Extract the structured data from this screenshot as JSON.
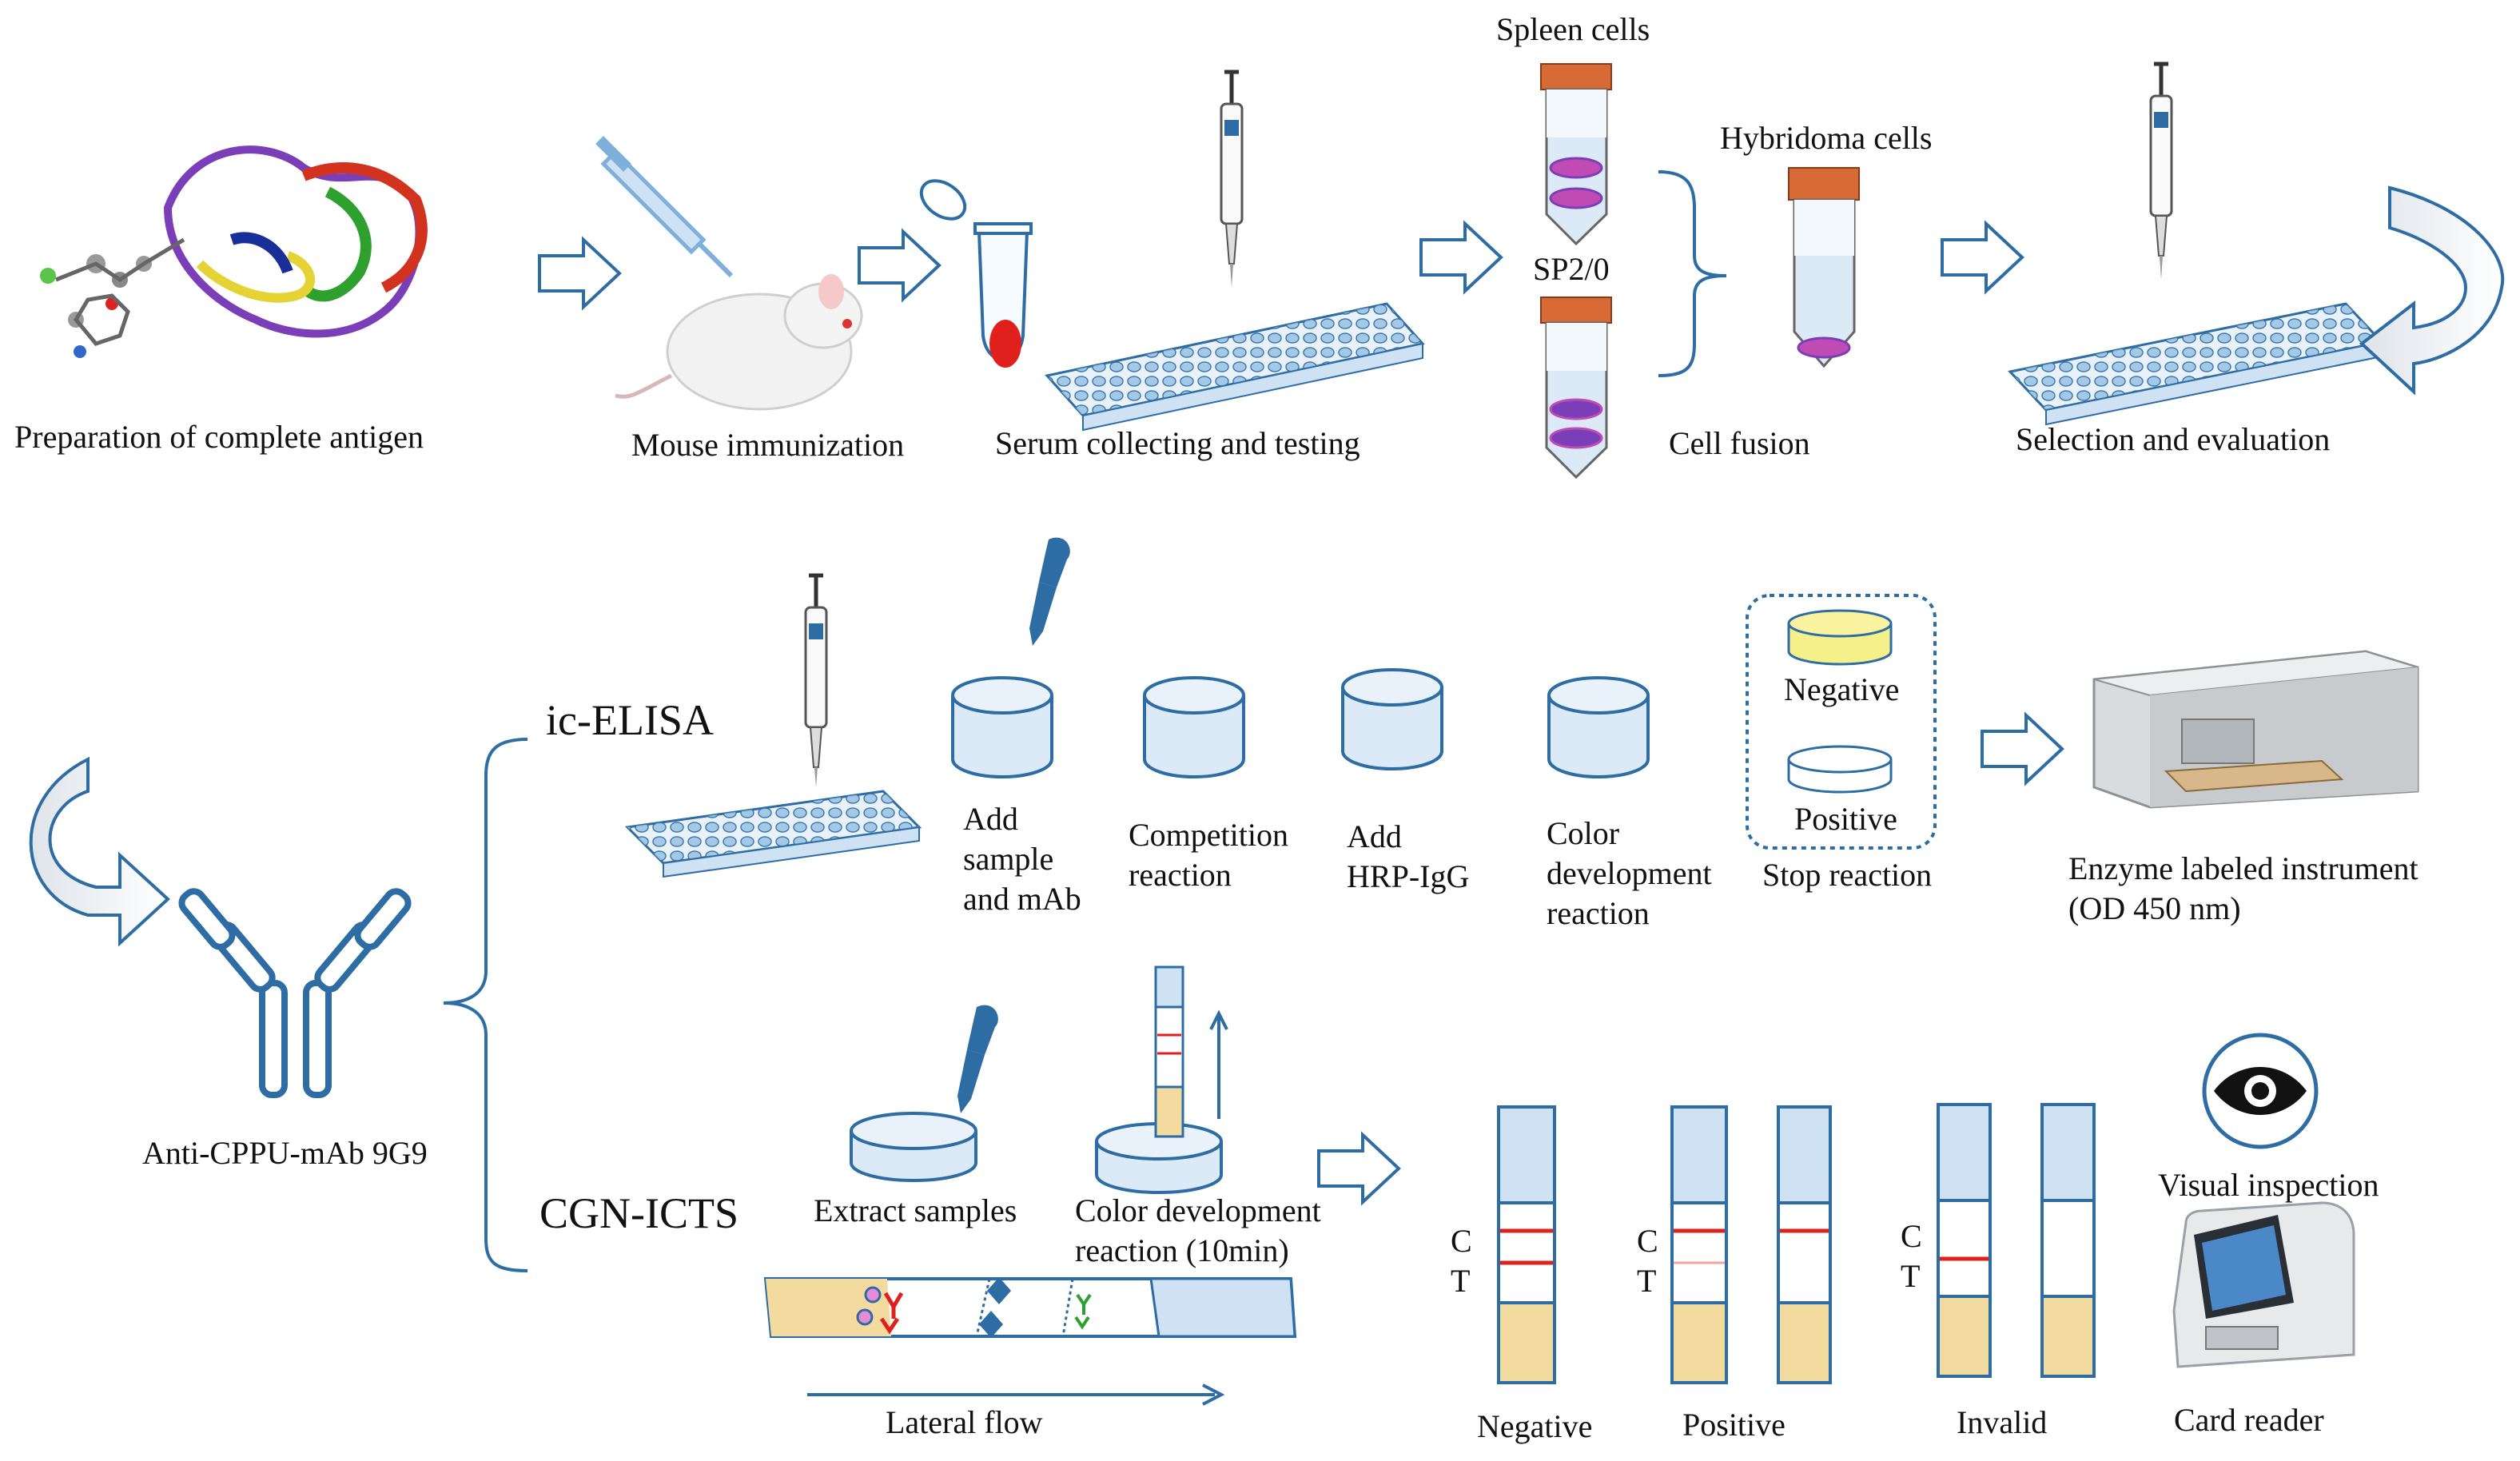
{
  "colors": {
    "outline": "#2e6da4",
    "light_blue": "#cfe2f3",
    "tube_cap": "#d86a35",
    "sample_yellow": "#f3dba0",
    "red_line": "#e0201c",
    "negative_fill": "#f6f08a",
    "magenta": "#c04bb5",
    "purple": "#7a3fb8"
  },
  "top_row": {
    "antigen": "Preparation of complete antigen",
    "immunization": "Mouse immunization",
    "serum": "Serum collecting and testing",
    "spleen": "Spleen cells",
    "sp20": "SP2/0",
    "hybridoma": "Hybridoma cells",
    "fusion": "Cell fusion",
    "selection": "Selection and evaluation"
  },
  "antibody": {
    "label": "Anti-CPPU-mAb 9G9"
  },
  "elisa": {
    "method": "ic-ELISA",
    "steps": [
      {
        "l1": "Add",
        "l2": "sample",
        "l3": "and mAb"
      },
      {
        "l1": "Competition",
        "l2": "reaction"
      },
      {
        "l1": "Add",
        "l2": "HRP-IgG"
      },
      {
        "l1": "Color",
        "l2": "development",
        "l3": "reaction"
      }
    ],
    "negative": "Negative",
    "positive": "Positive",
    "stop": "Stop reaction",
    "instrument_l1": "Enzyme labeled instrument",
    "instrument_l2": "(OD 450 nm)"
  },
  "ictsection": {
    "method": "CGN-ICTS",
    "extract": "Extract samples",
    "color_l1": "Color development",
    "color_l2": "reaction (10min)",
    "lateral": "Lateral flow",
    "c_label": "C",
    "t_label": "T",
    "negative": "Negative",
    "positive": "Positive",
    "invalid": "Invalid",
    "visual": "Visual inspection",
    "reader": "Card reader"
  }
}
